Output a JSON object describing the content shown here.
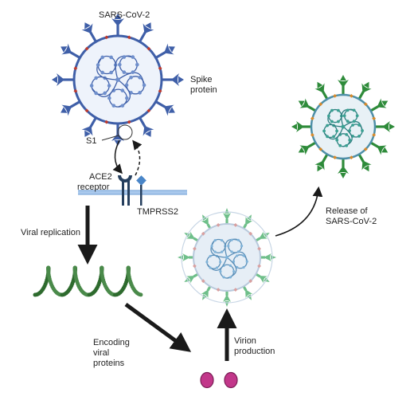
{
  "labels": {
    "virus_top": "SARS-CoV-2",
    "spike_line1": "Spike",
    "spike_line2": "protein",
    "s1": "S1",
    "ace2_line1": "ACE2",
    "ace2_line2": "receptor",
    "tmprss2": "TMPRSS2",
    "viral_replication": "Viral replication",
    "encoding_line1": "Encoding",
    "encoding_line2": "viral",
    "encoding_line3": "proteins",
    "virion_line1": "Virion",
    "virion_line2": "production",
    "release_line1": "Release of",
    "release_line2": "SARS-CoV-2"
  },
  "icons": [
    "sars-cov-2-virion-icon",
    "ace2-receptor-icon",
    "tmprss2-icon",
    "cell-membrane-icon",
    "rna-helix-icon",
    "viral-protein-icon",
    "assembling-virion-icon",
    "released-virion-icon"
  ],
  "colors": {
    "virus_blue": "#3f5fa8",
    "virus_blue_light": "#6f8fcc",
    "spike_red": "#c0392b",
    "released_green": "#2e8b3a",
    "rna_green": "#2e6b2e",
    "protein_pink": "#c2378a",
    "membrane_blue": "#a9c8ec",
    "arrow_black": "#1a1a1a"
  }
}
